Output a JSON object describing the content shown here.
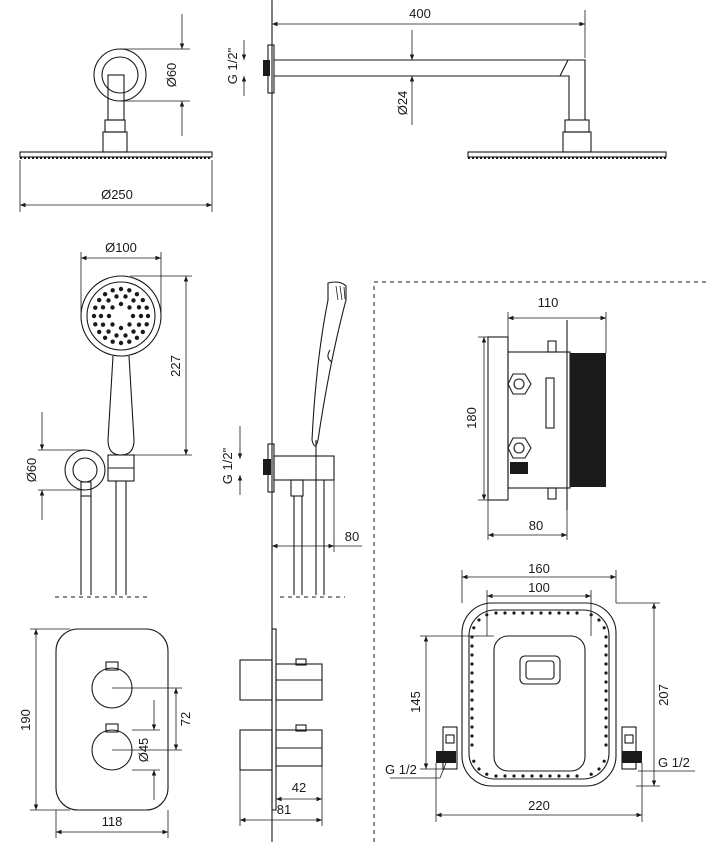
{
  "labels": {
    "arm_length": "400",
    "wall_flange_dia": "Ø60",
    "head_dia": "Ø250",
    "arm_dia": "Ø24",
    "thread_top": "G 1/2\"",
    "hand_dia": "Ø100",
    "hand_len": "227",
    "holder_dia": "Ø60",
    "thread_mid": "G 1/2\"",
    "holder_depth": "80",
    "box_width": "110",
    "box_height": "180",
    "box_depth": "80",
    "frame_outer": "160",
    "frame_inner": "100",
    "frame_h_inner": "145",
    "frame_h_outer": "207",
    "thread_left": "G 1/2",
    "thread_right": "G 1/2",
    "frame_width": "220",
    "plate_height": "190",
    "knob_spacing": "72",
    "knob_dia": "Ø45",
    "plate_width": "118",
    "knob_depth": "42",
    "total_depth": "81"
  }
}
